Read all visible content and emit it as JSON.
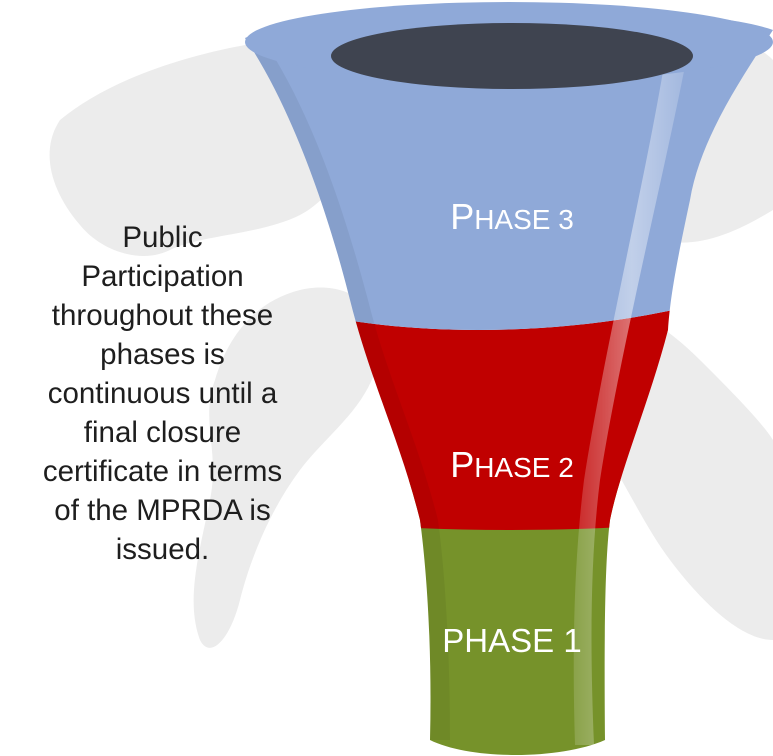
{
  "diagram": {
    "description_lines": [
      "Public",
      "Participation",
      "throughout these",
      "phases is",
      "continuous until a",
      "final closure",
      "certificate in terms",
      "of the MPRDA is",
      "issued."
    ],
    "phases": [
      {
        "cap": "P",
        "rest": "HASE 3",
        "color": "#8fa9d8"
      },
      {
        "cap": "P",
        "rest": "HASE 2",
        "color": "#c00000"
      },
      {
        "cap": "PHASE 1",
        "rest": "",
        "color": "#76922a"
      }
    ]
  }
}
